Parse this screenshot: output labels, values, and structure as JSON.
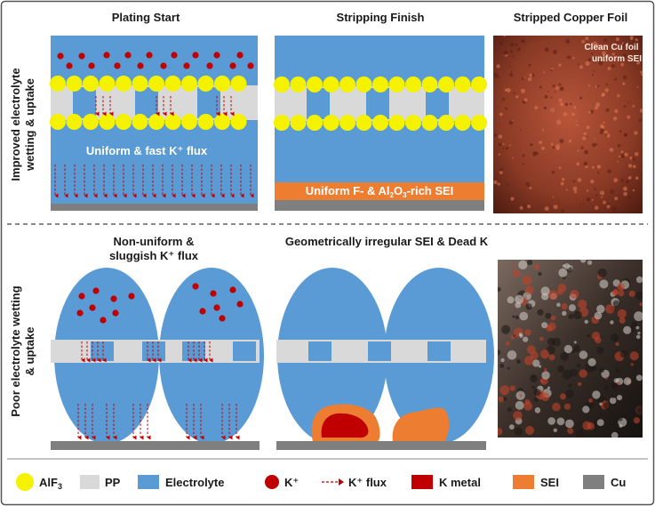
{
  "titles": {
    "plating_start": "Plating Start",
    "stripping_finish": "Stripping Finish",
    "stripped_copper_foil": "Stripped Copper Foil",
    "nonuniform_line1": "Non-uniform &",
    "nonuniform_line2": "sluggish K⁺ flux",
    "irregular_sei": "Geometrically irregular SEI & Dead K"
  },
  "row_labels": {
    "top_line1": "Improved electrolyte",
    "top_line2": "wetting & uptake",
    "bottom_line1": "Poor electrolyte wetting",
    "bottom_line2": "& uptake"
  },
  "inner_text": {
    "uniform_flux": "Uniform & fast K⁺ flux",
    "sei_bar_prefix": "Uniform F- & Al",
    "sei_bar_sub": "2",
    "sei_bar_mid": "O",
    "sei_bar_sub2": "3",
    "sei_bar_suffix": "-rich SEI",
    "photo_line1": "Clean Cu foil",
    "photo_line2": "uniform SEI"
  },
  "legend": {
    "alf3_prefix": "AlF",
    "alf3_sub": "3",
    "pp": "PP",
    "electrolyte": "Electrolyte",
    "k_ion": "K⁺",
    "k_flux": "K⁺ flux",
    "k_metal": "K metal",
    "sei": "SEI",
    "cu": "Cu"
  },
  "colors": {
    "electrolyte": "#5b9bd5",
    "alf3": "#f5f200",
    "pp": "#d9d9d9",
    "k_ion": "#c00000",
    "k_metal": "#c00000",
    "sei": "#ed7d31",
    "cu": "#7f7f7f",
    "flux": "#c00000"
  }
}
